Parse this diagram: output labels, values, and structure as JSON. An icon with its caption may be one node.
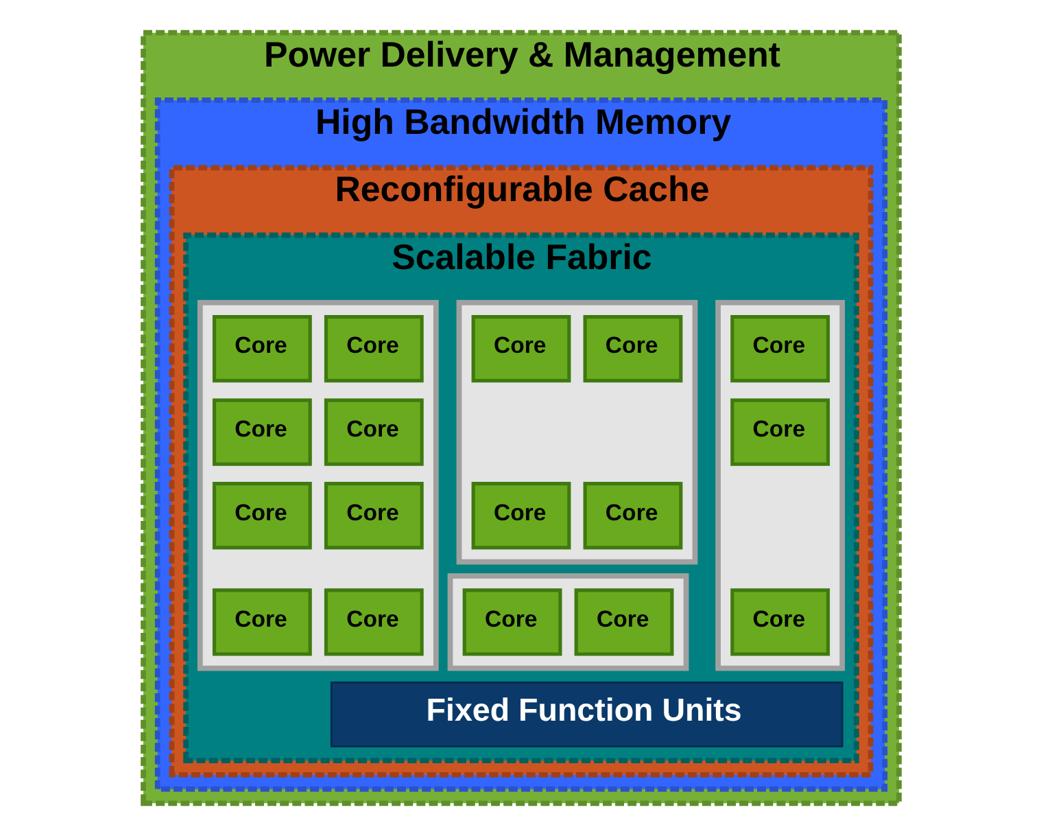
{
  "diagram": {
    "nodes": [
      {
        "text": [
          "Power Delivery & Management"
        ]
      },
      {
        "text": [
          "High Bandwidth Memory"
        ],
        "in": 0
      },
      {
        "text": [
          "Reconfigurable Cache"
        ],
        "in": 1
      },
      {
        "text": [
          "Scalable Fabric"
        ],
        "in": 2
      },
      {
        "text": [],
        "shape": "box",
        "in": 3
      },
      {
        "text": [
          "Core"
        ],
        "in": 4
      },
      {
        "text": [
          "Core"
        ],
        "in": 4
      },
      {
        "text": [
          "Core"
        ],
        "in": 4
      },
      {
        "text": [
          "Core"
        ],
        "in": 4
      },
      {
        "text": [
          "Core"
        ],
        "in": 4
      },
      {
        "text": [
          "Core"
        ],
        "in": 4
      },
      {
        "text": [
          "Core"
        ],
        "in": 4
      },
      {
        "text": [
          "Core"
        ],
        "in": 4
      },
      {
        "text": [],
        "shape": "box",
        "in": 3
      },
      {
        "text": [
          "Core"
        ],
        "in": 13
      },
      {
        "text": [
          "Core"
        ],
        "in": 13
      },
      {
        "text": [
          "Core"
        ],
        "in": 13
      },
      {
        "text": [
          "Core"
        ],
        "in": 13
      },
      {
        "text": [],
        "shape": "box",
        "in": 3
      },
      {
        "text": [
          "Core"
        ],
        "in": 18
      },
      {
        "text": [
          "Core"
        ],
        "in": 18
      },
      {
        "text": [
          "Core"
        ],
        "in": 18
      },
      {
        "text": [],
        "shape": "box",
        "in": 3
      },
      {
        "text": [
          "Core"
        ],
        "in": 22
      },
      {
        "text": [
          "Core"
        ],
        "in": 22
      },
      {
        "text": [
          "Fixed Function Units"
        ],
        "in": 3
      }
    ],
    "edges": []
  }
}
